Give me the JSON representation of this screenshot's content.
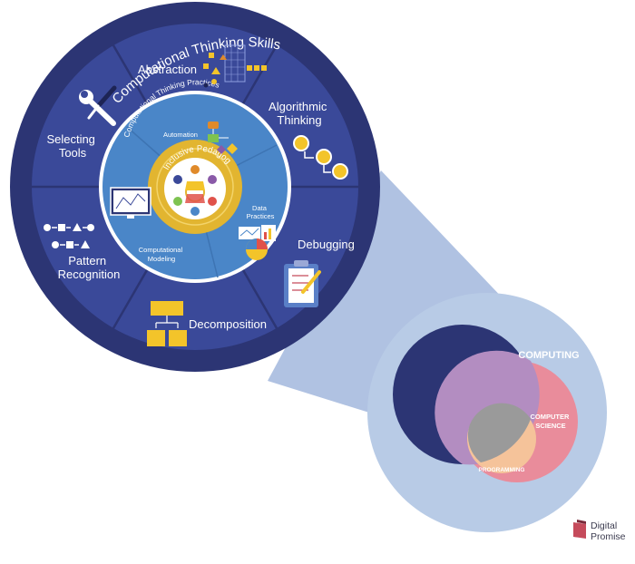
{
  "diagram": {
    "outer_title": "Computational Thinking Skills",
    "skills": [
      "Abstraction",
      "Algorithmic Thinking",
      "Debugging",
      "Decomposition",
      "Pattern Recognition",
      "Selecting Tools"
    ],
    "practices_title": "Computational Thinking Practices",
    "practices": [
      "Automation",
      "Data Practices",
      "Computational Modeling"
    ],
    "center_label": "Inclusive Pedagogies"
  },
  "venn": {
    "computing": "COMPUTING",
    "computer_science": "COMPUTER SCIENCE",
    "programming": "PROGRAMMING"
  },
  "brand": {
    "line1": "Digital",
    "line2": "Promise"
  },
  "colors": {
    "outer_ring": "#2c3574",
    "skills_ring": "#3a4999",
    "practices_ring": "#4a86c8",
    "inner_yellow": "#e2b530",
    "inner_disc": "#ffffff",
    "halo": "#b8cbe6",
    "venn_navy": "#2c3574",
    "venn_pink": "#e98c9b",
    "venn_purple": "#b38dc1",
    "venn_peach": "#f5c39a",
    "venn_gray": "#9a9a9a"
  }
}
